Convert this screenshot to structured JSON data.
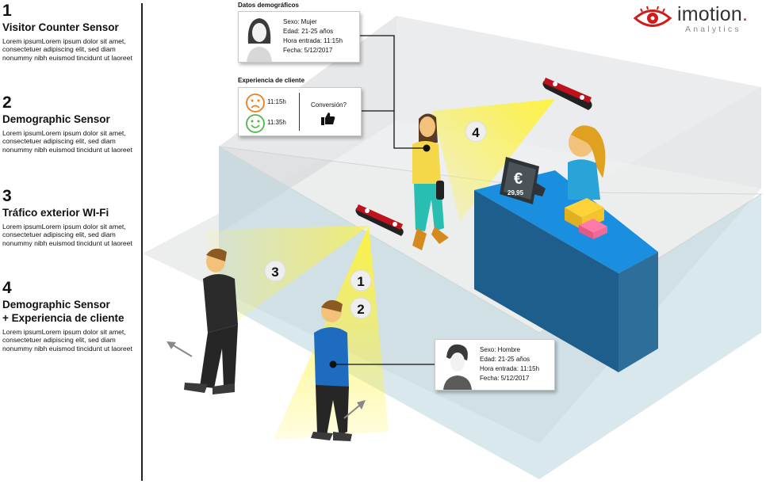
{
  "sidebar": {
    "sections": [
      {
        "num": "1",
        "title": "Visitor Counter Sensor",
        "body": "Lorem ipsumLorem ipsum dolor sit amet, consectetuer adipiscing elit, sed diam nonummy nibh euismod tincidunt ut laoreet"
      },
      {
        "num": "2",
        "title": "Demographic Sensor",
        "body": "Lorem ipsumLorem ipsum dolor sit amet, consectetuer adipiscing elit, sed diam nonummy nibh euismod tincidunt ut laoreet"
      },
      {
        "num": "3",
        "title": "Tráfico exterior WI-Fi",
        "body": "Lorem ipsumLorem ipsum dolor sit amet, consectetuer adipiscing elit, sed diam nonummy nibh euismod tincidunt ut laoreet"
      },
      {
        "num": "4",
        "title": "Demographic Sensor",
        "title2": "+ Experiencia de cliente",
        "body": "Lorem ipsumLorem ipsum dolor sit amet, consectetuer adipiscing elit, sed diam nonummy nibh euismod tincidunt ut laoreet"
      }
    ]
  },
  "logo": {
    "brand": "imotion",
    "dot": ".",
    "tagline": "Analytics",
    "color": "#d11a1a"
  },
  "demo_card_top": {
    "caption": "Datos demográficos",
    "lines": [
      "Sexo: Mujer",
      "Edad: 21-25 años",
      "Hora entrada: 11:15h",
      "Fecha: 5/12/2017"
    ]
  },
  "experience_card": {
    "caption": "Experiencia de cliente",
    "times": [
      "11:15h",
      "11:35h"
    ],
    "conversion_label": "Conversión?",
    "sad_color": "#f07c1c",
    "happy_color": "#4cb848"
  },
  "demo_card_bottom": {
    "lines": [
      "Sexo: Hombre",
      "Edad: 21-25 años",
      "Hora entrada: 11:15h",
      "Fecha: 5/12/2017"
    ]
  },
  "scene": {
    "markers": [
      "1",
      "2",
      "3",
      "4"
    ],
    "price_symbol": "€",
    "price": "29,95",
    "counter_color": "#1a8fe0",
    "beam_color": "#fff23a"
  }
}
